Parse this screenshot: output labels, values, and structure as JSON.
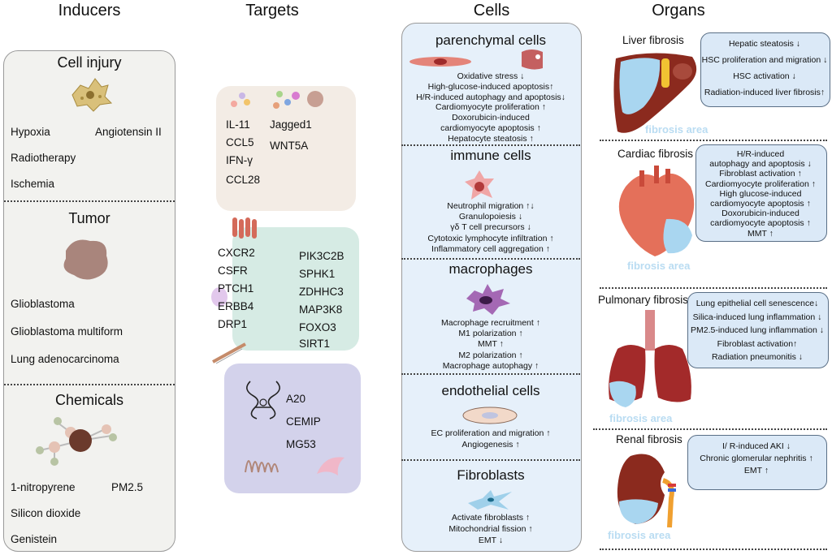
{
  "columns": {
    "inducers": "Inducers",
    "targets": "Targets",
    "cells": "Cells",
    "organs": "Organs"
  },
  "inducers": {
    "cell_injury": {
      "title": "Cell injury",
      "items": [
        "Hypoxia",
        "Angiotensin II",
        "Radiotherapy",
        "Ischemia"
      ]
    },
    "tumor": {
      "title": "Tumor",
      "items": [
        "Glioblastoma",
        "Glioblastoma multiform",
        "Lung adenocarcinoma"
      ]
    },
    "chemicals": {
      "title": "Chemicals",
      "items": [
        "1-nitropyrene",
        "PM2.5",
        "Silicon dioxide",
        "Genistein"
      ]
    }
  },
  "targets": {
    "group1": [
      "IL-11",
      "Jagged1",
      "CCL5",
      "WNT5A",
      "IFN-γ",
      "CCL28"
    ],
    "group2_left": [
      "CXCR2",
      "CSFR",
      "PTCH1",
      "ERBB4",
      "DRP1"
    ],
    "group2_right": [
      "PIK3C2B",
      "SPHK1",
      "ZDHHC3",
      "MAP3K8",
      "FOXO3",
      "SIRT1"
    ],
    "group3": [
      "A20",
      "CEMIP",
      "MG53"
    ]
  },
  "cells": {
    "parenchymal": {
      "title": "parenchymal cells",
      "lines": [
        "Oxidative stress ↓",
        "High-glucose-induced apoptosis↑",
        "H/R-induced autophagy and apoptosis↓",
        "Cardiomyocyte proliferation  ↑",
        "Doxorubicin-induced",
        "cardiomyocyte apoptosis  ↑",
        "Hepatocyte steatosis  ↑"
      ]
    },
    "immune": {
      "title": "immune cells",
      "lines": [
        "Neutrophil migration  ↑↓",
        "Granulopoiesis  ↓",
        "γδ T cell precursors  ↓",
        "Cytotoxic lymphocyte infiltration  ↑",
        "Inflammatory cell aggregation  ↑"
      ]
    },
    "macrophages": {
      "title": "macrophages",
      "lines": [
        "Macrophage recruitment ↑",
        "M1 polarization ↑",
        "MMT ↑",
        "M2 polarization ↑",
        "Macrophage autophagy ↑"
      ]
    },
    "endothelial": {
      "title": "endothelial cells",
      "lines": [
        "EC proliferation and migration ↑",
        "Angiogenesis ↑"
      ]
    },
    "fibroblasts": {
      "title": "Fibroblasts",
      "lines": [
        "Activate fibroblasts ↑",
        "Mitochondrial fission ↑",
        "EMT ↓"
      ]
    }
  },
  "organs": {
    "liver": {
      "title": "Liver fibrosis",
      "area": "fibrosis area",
      "lines": [
        "Hepatic steatosis  ↓",
        "HSC proliferation and migration  ↓",
        "HSC activation  ↓",
        "Radiation-induced liver fibrosis↑"
      ]
    },
    "cardiac": {
      "title": "Cardiac fibrosis",
      "area": "fibrosis area",
      "lines": [
        "H/R-induced",
        "autophagy and apoptosis  ↓",
        "Fibroblast activation  ↑",
        "Cardiomyocyte proliferation  ↑",
        "High glucose-induced",
        "cardiomyocyte apoptosis  ↑",
        "Doxorubicin-induced",
        "cardiomyocyte apoptosis  ↑",
        "MMT  ↑"
      ]
    },
    "pulmonary": {
      "title": "Pulmonary fibrosis",
      "area": "fibrosis area",
      "lines": [
        "Lung epithelial cell senescence↓",
        "Silica-induced lung inflammation  ↓",
        "PM2.5-induced lung inflammation ↓",
        "Fibroblast activation↑",
        "Radiation pneumonitis  ↓"
      ]
    },
    "renal": {
      "title": "Renal fibrosis",
      "area": "fibrosis area",
      "lines": [
        "I/ R-induced AKI  ↓",
        "Chronic glomerular nephritis ↑",
        "EMT  ↑"
      ]
    }
  }
}
